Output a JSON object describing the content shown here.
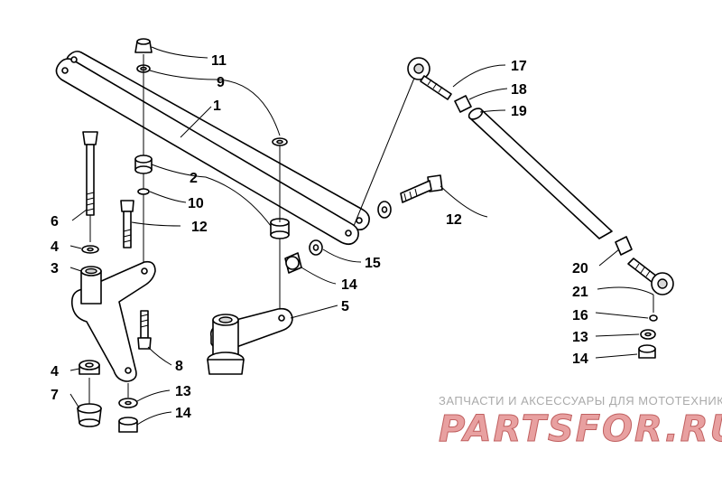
{
  "callouts": [
    {
      "id": "c11",
      "text": "11"
    },
    {
      "id": "c9",
      "text": "9"
    },
    {
      "id": "c1",
      "text": "1"
    },
    {
      "id": "c2",
      "text": "2"
    },
    {
      "id": "c10",
      "text": "10"
    },
    {
      "id": "c12a",
      "text": "12"
    },
    {
      "id": "c6",
      "text": "6"
    },
    {
      "id": "c4a",
      "text": "4"
    },
    {
      "id": "c3",
      "text": "3"
    },
    {
      "id": "c8",
      "text": "8"
    },
    {
      "id": "c4b",
      "text": "4"
    },
    {
      "id": "c7",
      "text": "7"
    },
    {
      "id": "c13a",
      "text": "13"
    },
    {
      "id": "c14a",
      "text": "14"
    },
    {
      "id": "c5",
      "text": "5"
    },
    {
      "id": "c15",
      "text": "15"
    },
    {
      "id": "c14b",
      "text": "14"
    },
    {
      "id": "c12b",
      "text": "12"
    },
    {
      "id": "c17",
      "text": "17"
    },
    {
      "id": "c18",
      "text": "18"
    },
    {
      "id": "c19",
      "text": "19"
    },
    {
      "id": "c20",
      "text": "20"
    },
    {
      "id": "c21",
      "text": "21"
    },
    {
      "id": "c16",
      "text": "16"
    },
    {
      "id": "c13b",
      "text": "13"
    },
    {
      "id": "c14c",
      "text": "14"
    }
  ],
  "watermark": {
    "tagline": "ЗАПЧАСТИ И АКСЕССУАРЫ ДЛЯ МОТОТЕХНИКИ",
    "brand": "PARTSFOR.RU"
  }
}
